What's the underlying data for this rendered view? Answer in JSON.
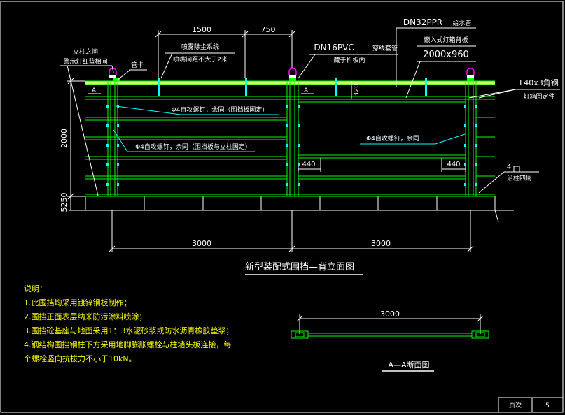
{
  "drawing": {
    "title": "新型装配式围挡—背立面图",
    "section_title": "A—A断面图",
    "section_dim": "3000",
    "dims": {
      "top_a": "1500",
      "top_b": "750",
      "bottom_a": "3000",
      "bottom_b": "3000",
      "height": "2000",
      "base": "250",
      "base_small": "5",
      "panel_h": "320",
      "offset_l": "440",
      "offset_r": "440"
    },
    "labels": {
      "warning_lamp_1": "立柱之间",
      "warning_lamp_2": "警示灯红蓝相间",
      "pipe_clamp": "管卡",
      "spray_1": "喷雾除尘系统",
      "spray_2": "喷嘴间距不大于2米",
      "pvc_1": "DN16PVC",
      "pvc_2": "穿线套管",
      "pvc_3": "藏于折板内",
      "ppr_1": "DN32PPR",
      "ppr_2": "给水管",
      "lightbox_1": "嵌入式灯箱背板",
      "lightbox_2": "2000x960",
      "angle_1": "L40x3角钢",
      "angle_2": "灯箱固定件",
      "screw_1": "Φ4自攻螺钉，余同（围挡板固定）",
      "screw_2": "Φ4自攻螺钉，余同（围挡板与立柱固定）",
      "screw_3": "Φ4自攻螺钉，余同",
      "weld_1": "4",
      "weld_2": "沿柱四周",
      "section_mark_l": "A",
      "section_mark_r": "A"
    },
    "notes": {
      "heading": "说明：",
      "items": [
        "1.此围挡均采用镀锌钢板制作；",
        "2.围挡正面表层纳米防污涂料喷涂；",
        "3.围挡砼基座与地面采用1：3水泥砂浆或防水沥青橡胶垫浆；",
        "4.钢结构围挡钢柱下方采用地脚膨胀螺栓与柱墙头板连接，每",
        "个螺栓竖向抗拔力不小于10kN。"
      ]
    },
    "title_block": {
      "page_label": "页次",
      "page_value": "5"
    },
    "colors": {
      "background": "#000000",
      "frame": "#ffffff",
      "structure": "#00ff00",
      "top_rail": "#ccff66",
      "cyan": "#00ffff",
      "text": "#ffffff",
      "notes": "#ffff00",
      "lamp": "#ff00ff"
    }
  }
}
